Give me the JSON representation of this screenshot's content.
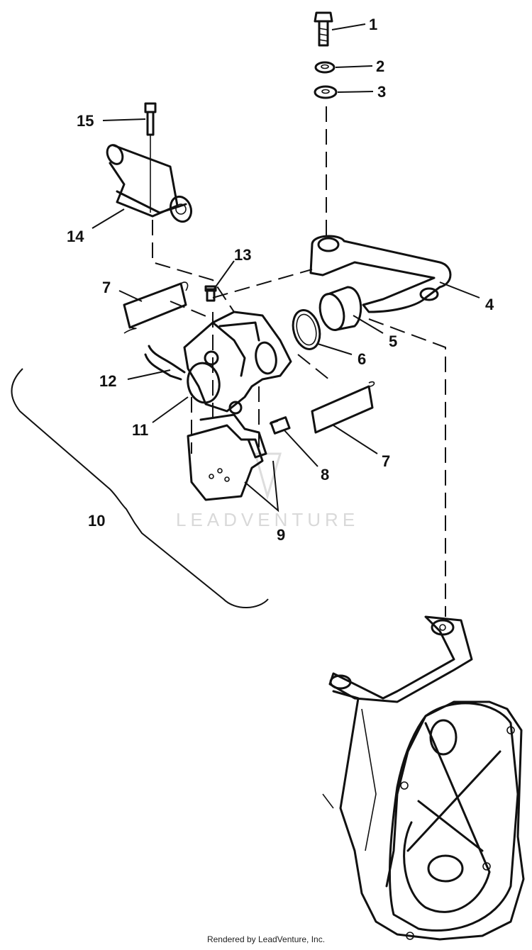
{
  "callouts": {
    "c1": "1",
    "c2": "2",
    "c3": "3",
    "c4": "4",
    "c5": "5",
    "c6": "6",
    "c7a": "7",
    "c7b": "7",
    "c8": "8",
    "c9": "9",
    "c10": "10",
    "c11": "11",
    "c12": "12",
    "c13": "13",
    "c14": "14",
    "c15": "15"
  },
  "watermark": "LEADVENTURE",
  "footer": "Rendered by LeadVenture, Inc.",
  "colors": {
    "line": "#111111",
    "watermark": "#d9d9d9",
    "background": "#ffffff"
  }
}
